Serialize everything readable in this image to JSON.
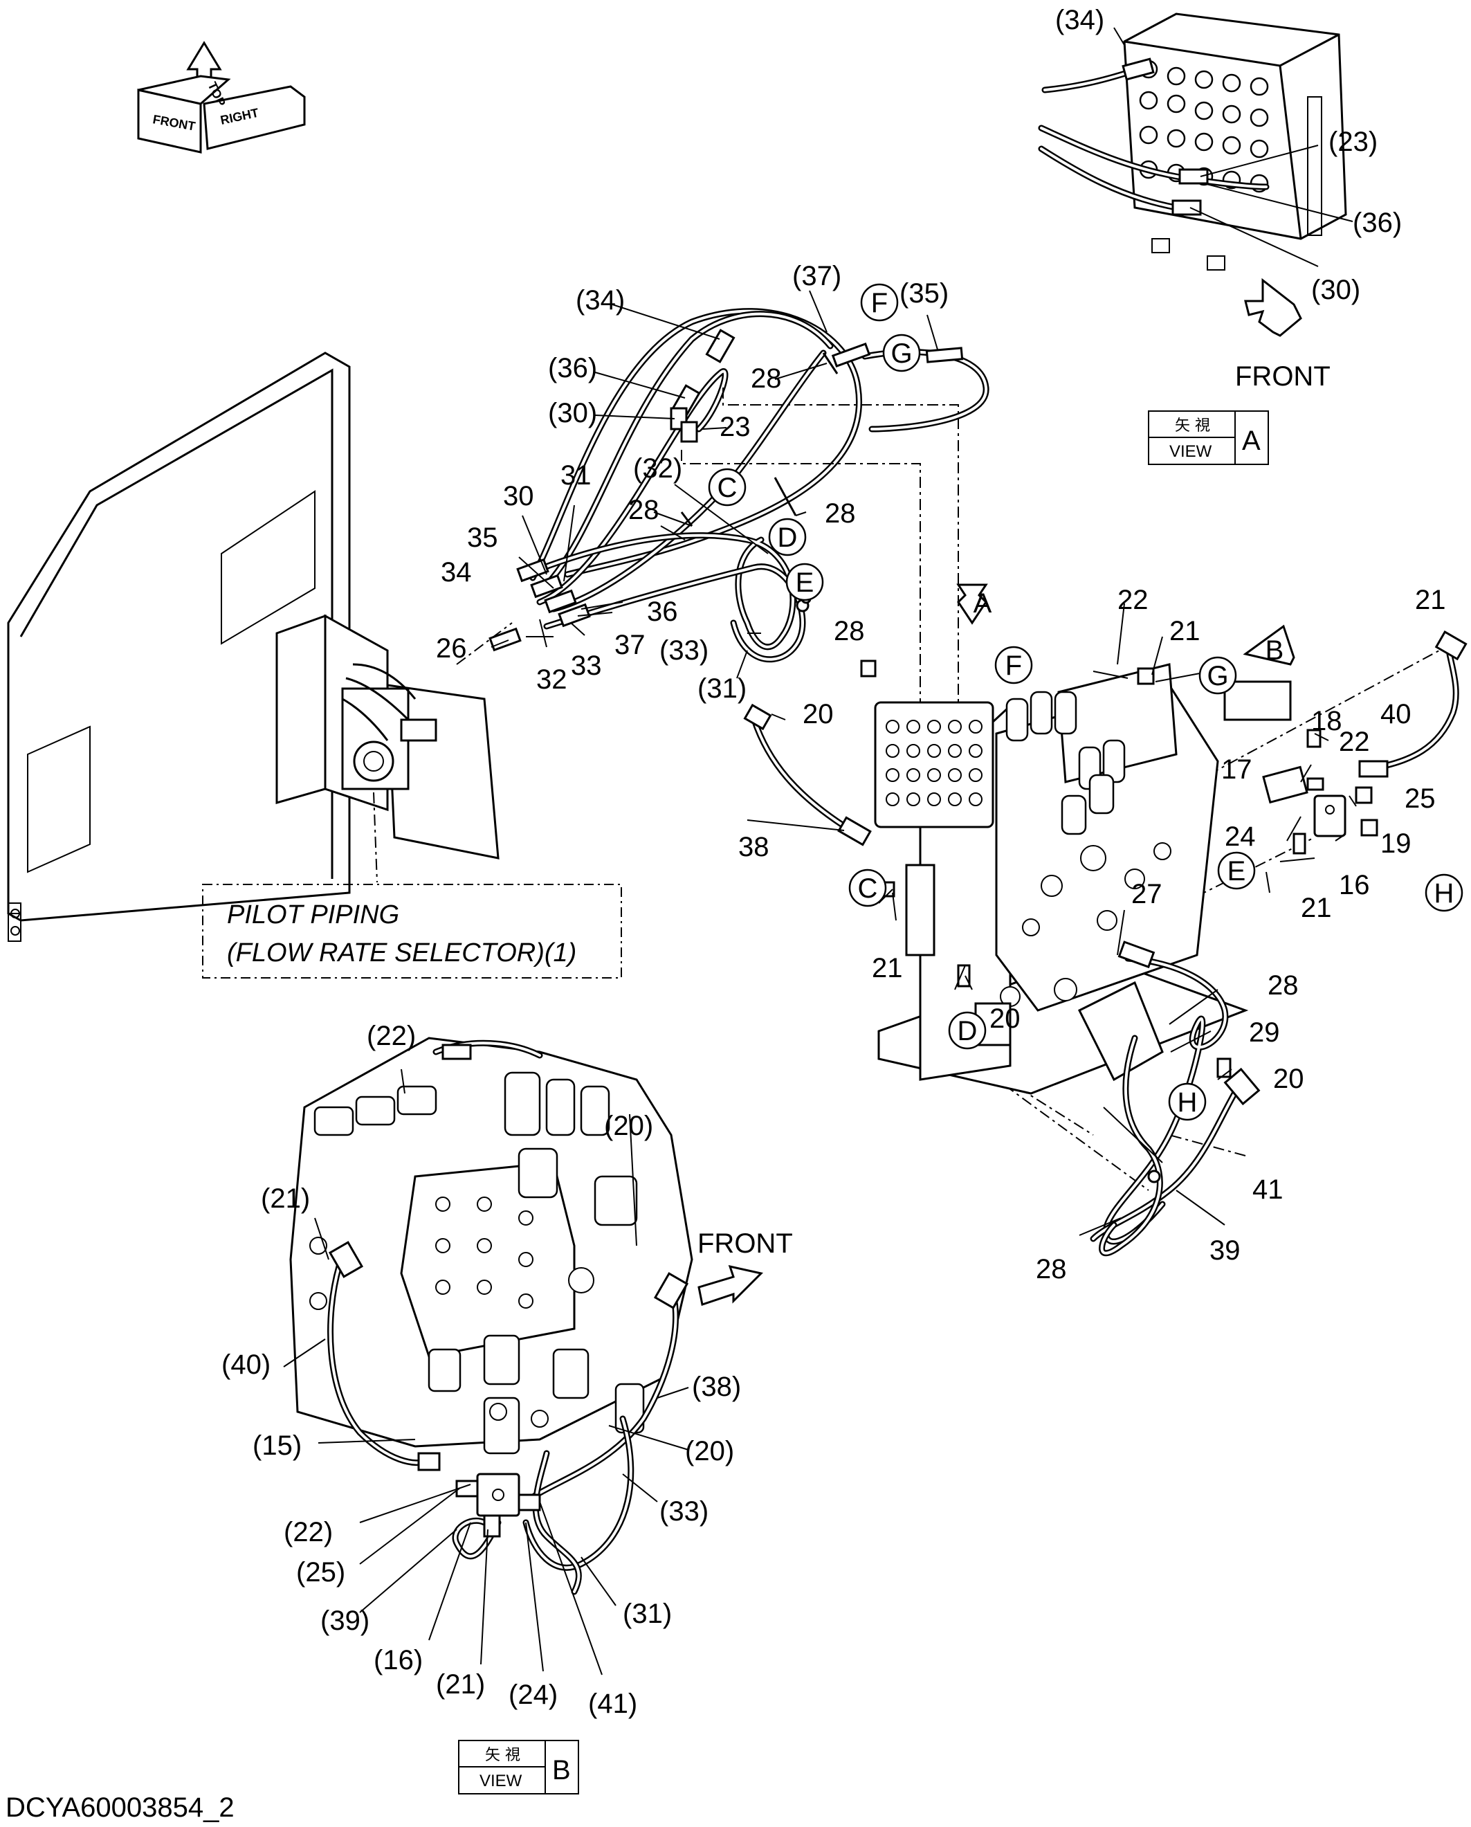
{
  "drawing_id": "DCYA60003854_2",
  "orientation": {
    "front": "FRONT",
    "top": "TOP",
    "right": "RIGHT"
  },
  "note": {
    "line1": "PILOT PIPING",
    "line2": "(FLOW RATE SELECTOR)(1)"
  },
  "views": {
    "a": {
      "jp": "矢 視",
      "view": "VIEW",
      "letter": "A",
      "front_label": "FRONT"
    },
    "b": {
      "jp": "矢 視",
      "view": "VIEW",
      "letter": "B",
      "front_label": "FRONT"
    }
  },
  "callout_letters": [
    "A",
    "B",
    "C",
    "D",
    "E",
    "F",
    "G",
    "H"
  ],
  "part_labels": {
    "view_a": [
      "(34)",
      "(23)",
      "(36)",
      "(30)"
    ],
    "top": [
      "(37)",
      "(35)",
      "(34)",
      "28",
      "(36)",
      "(30)",
      "23",
      "(32)",
      "31",
      "30",
      "35",
      "34",
      "28",
      "28",
      "36",
      "37",
      "33",
      "32",
      "26",
      "(33)",
      "28",
      "(31)"
    ],
    "main": [
      "20",
      "38",
      "22",
      "21",
      "21",
      "40",
      "18",
      "22",
      "17",
      "25",
      "24",
      "19",
      "16",
      "21",
      "27",
      "21",
      "28",
      "20",
      "29",
      "20",
      "41",
      "39",
      "28"
    ],
    "view_b": [
      "(22)",
      "(20)",
      "(21)",
      "(40)",
      "(15)",
      "(38)",
      "(20)",
      "(33)",
      "(22)",
      "(25)",
      "(31)",
      "(39)",
      "(16)",
      "(21)",
      "(24)",
      "(41)"
    ]
  }
}
